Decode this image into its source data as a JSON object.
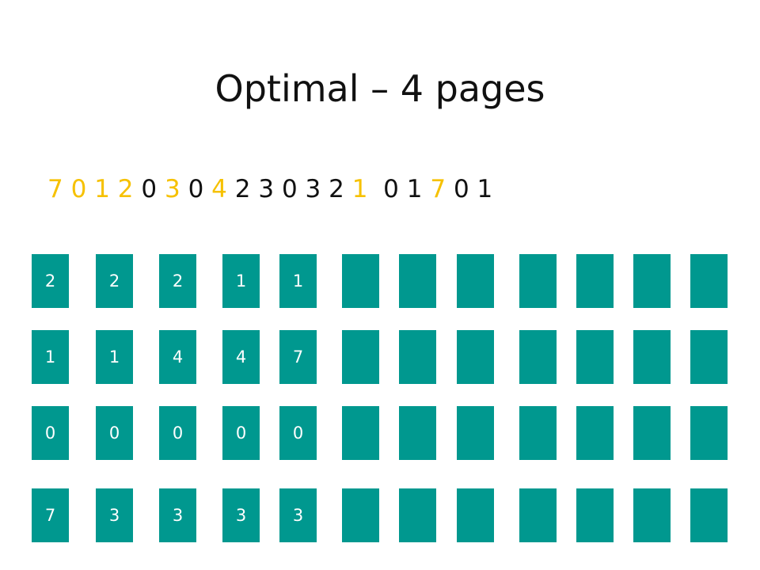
{
  "slide": {
    "title": "Optimal – 4 pages",
    "reference_string": [
      {
        "value": "7",
        "fault": true
      },
      {
        "value": "0",
        "fault": true
      },
      {
        "value": "1",
        "fault": true
      },
      {
        "value": "2",
        "fault": true
      },
      {
        "value": "0",
        "fault": false
      },
      {
        "value": "3",
        "fault": true
      },
      {
        "value": "0",
        "fault": false
      },
      {
        "value": "4",
        "fault": true
      },
      {
        "value": "2",
        "fault": false
      },
      {
        "value": "3",
        "fault": false
      },
      {
        "value": "0",
        "fault": false
      },
      {
        "value": "3",
        "fault": false
      },
      {
        "value": "2",
        "fault": false
      },
      {
        "value": "1",
        "fault": true
      },
      {
        "value": "0",
        "fault": false
      },
      {
        "value": "1",
        "fault": false
      },
      {
        "value": "7",
        "fault": true
      },
      {
        "value": "0",
        "fault": false
      },
      {
        "value": "1",
        "fault": false
      }
    ],
    "frame_grid": [
      [
        "2",
        "2",
        "2",
        "1",
        "1",
        "",
        "",
        "",
        "",
        "",
        "",
        ""
      ],
      [
        "1",
        "1",
        "4",
        "4",
        "7",
        "",
        "",
        "",
        "",
        "",
        "",
        ""
      ],
      [
        "0",
        "0",
        "0",
        "0",
        "0",
        "",
        "",
        "",
        "",
        "",
        "",
        ""
      ],
      [
        "7",
        "3",
        "3",
        "3",
        "3",
        "",
        "",
        "",
        "",
        "",
        "",
        ""
      ]
    ],
    "colors": {
      "frame_fill": "#00988f",
      "fault_highlight": "#f6c100",
      "text": "#111111"
    }
  }
}
